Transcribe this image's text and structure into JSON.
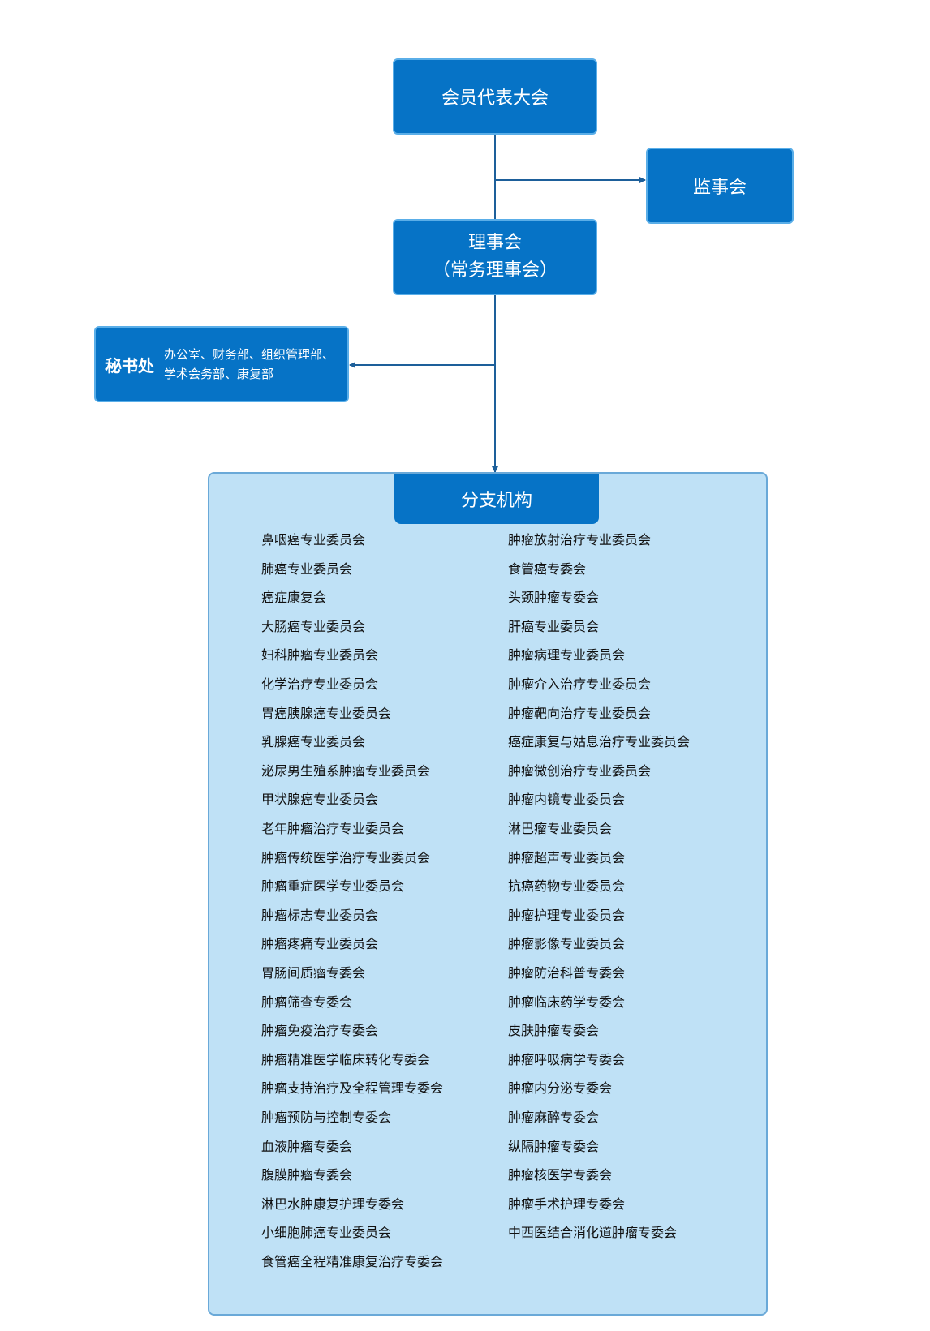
{
  "nodes": {
    "assembly": "会员代表大会",
    "supervisory": "监事会",
    "council_line1": "理事会",
    "council_line2": "（常务理事会）",
    "secretariat_title": "秘书处",
    "secretariat_desc_line1": "办公室、财务部、组织管理部、",
    "secretariat_desc_line2": "学术会务部、康复部",
    "branch_title": "分支机构"
  },
  "branches_left": [
    "鼻咽癌专业委员会",
    "肺癌专业委员会",
    "癌症康复会",
    "大肠癌专业委员会",
    "妇科肿瘤专业委员会",
    "化学治疗专业委员会",
    "胃癌胰腺癌专业委员会",
    "乳腺癌专业委员会",
    "泌尿男生殖系肿瘤专业委员会",
    "甲状腺癌专业委员会",
    "老年肿瘤治疗专业委员会",
    "肿瘤传统医学治疗专业委员会",
    "肿瘤重症医学专业委员会",
    "肿瘤标志专业委员会",
    "肿瘤疼痛专业委员会",
    "胃肠间质瘤专委会",
    "肿瘤筛查专委会",
    "肿瘤免疫治疗专委会",
    "肿瘤精准医学临床转化专委会",
    "肿瘤支持治疗及全程管理专委会",
    "肿瘤预防与控制专委会",
    "血液肿瘤专委会",
    "腹膜肿瘤专委会",
    "淋巴水肿康复护理专委会",
    "小细胞肺癌专业委员会",
    "食管癌全程精准康复治疗专委会"
  ],
  "branches_right": [
    "肿瘤放射治疗专业委员会",
    "食管癌专委会",
    "头颈肿瘤专委会",
    "肝癌专业委员会",
    "肿瘤病理专业委员会",
    "肿瘤介入治疗专业委员会",
    "肿瘤靶向治疗专业委员会",
    "癌症康复与姑息治疗专业委员会",
    "肿瘤微创治疗专业委员会",
    "肿瘤内镜专业委员会",
    "淋巴瘤专业委员会",
    "肿瘤超声专业委员会",
    "抗癌药物专业委员会",
    "肿瘤护理专业委员会",
    "肿瘤影像专业委员会",
    "肿瘤防治科普专委会",
    "肿瘤临床药学专委会",
    "皮肤肿瘤专委会",
    "肿瘤呼吸病学专委会",
    "肿瘤内分泌专委会",
    "肿瘤麻醉专委会",
    "纵隔肿瘤专委会",
    "肿瘤核医学专委会",
    "肿瘤手术护理专委会",
    "中西医结合消化道肿瘤专委会"
  ],
  "colors": {
    "node_fill": "#0673c6",
    "panel_fill": "#bfe1f6",
    "connector": "#1d5f9a"
  }
}
